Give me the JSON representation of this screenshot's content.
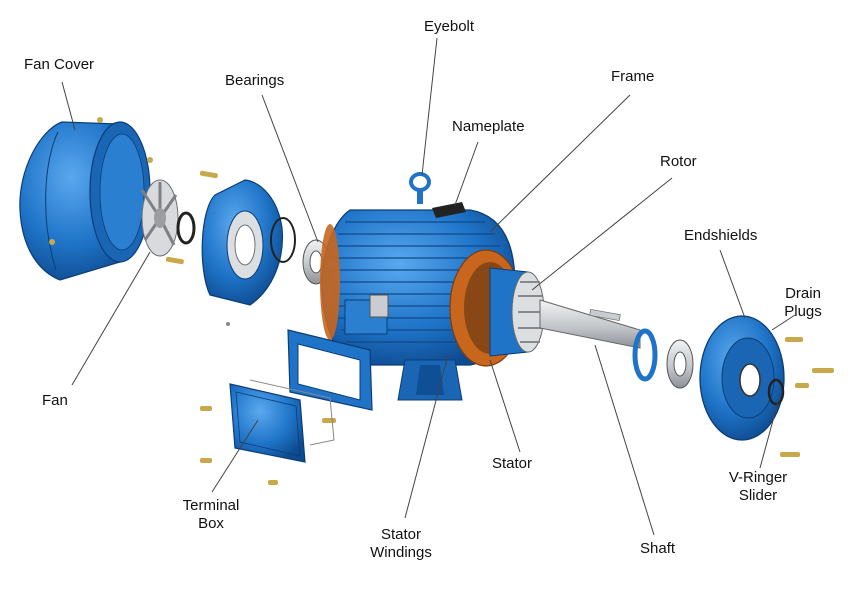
{
  "labels": {
    "fan_cover": "Fan Cover",
    "bearings": "Bearings",
    "eyebolt": "Eyebolt",
    "nameplate": "Nameplate",
    "frame": "Frame",
    "rotor": "Rotor",
    "endshields": "Endshields",
    "drain_plugs_1": "Drain",
    "drain_plugs_2": "Plugs",
    "fan": "Fan",
    "terminal_box_1": "Terminal",
    "terminal_box_2": "Box",
    "stator_windings_1": "Stator",
    "stator_windings_2": "Windings",
    "stator": "Stator",
    "shaft": "Shaft",
    "v_ringer_1": "V-Ringer",
    "v_ringer_2": "Slider"
  },
  "colors": {
    "part_blue": "#1f74c8",
    "part_blue_dark": "#0f4f96",
    "part_blue_light": "#4a98e0",
    "copper": "#c8661e",
    "steel": "#c9ccd0",
    "bolt": "#c9a84a",
    "leader": "#444444"
  }
}
